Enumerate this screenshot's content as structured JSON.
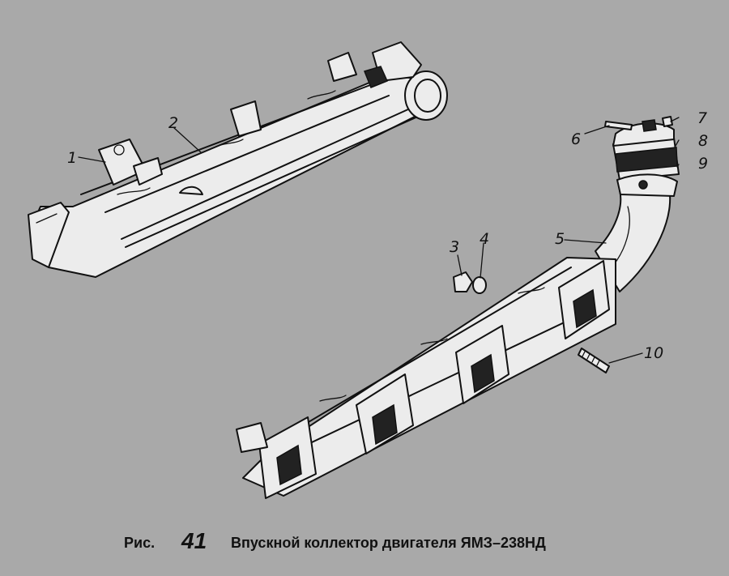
{
  "caption": {
    "prefix": "Рис.",
    "number": "41",
    "title": "Впускной коллектор двигателя ЯМЗ–238НД"
  },
  "callouts": [
    "1",
    "2",
    "3",
    "4",
    "5",
    "6",
    "7",
    "8",
    "9",
    "10"
  ],
  "colors": {
    "background": "#a9a9a9",
    "line": "#111111",
    "part_fill": "#ececec"
  }
}
